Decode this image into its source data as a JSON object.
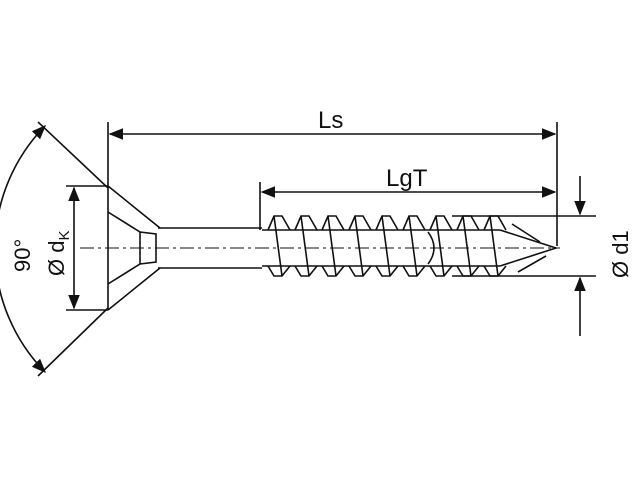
{
  "labels": {
    "ls": "Ls",
    "lgt": "LgT",
    "angle": "90°",
    "head_dia": "Ø d",
    "head_dia_sub": "K",
    "thread_dia": "Ø d1"
  },
  "colors": {
    "line": "#111111",
    "background": "#ffffff"
  },
  "thread": {
    "turns": 9
  }
}
